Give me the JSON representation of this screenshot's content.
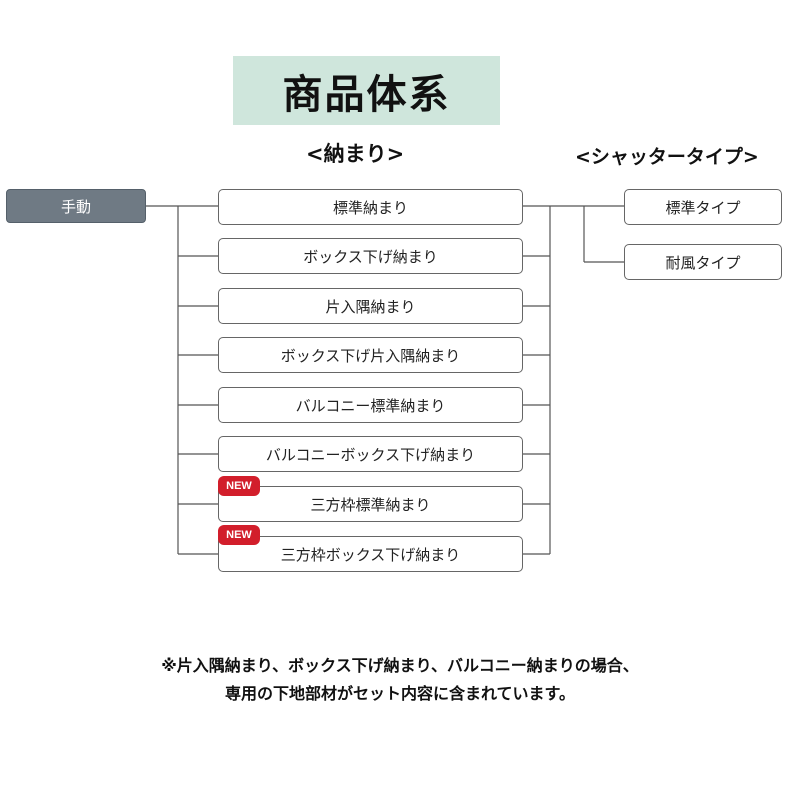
{
  "title": "商品体系",
  "headers": {
    "osamari": "<納まり>",
    "shutter_type": "<シャッタータイプ>"
  },
  "operation": "手動",
  "osamari_items": [
    {
      "label": "標準納まり",
      "badge": null
    },
    {
      "label": "ボックス下げ納まり",
      "badge": null
    },
    {
      "label": "片入隅納まり",
      "badge": null
    },
    {
      "label": "ボックス下げ片入隅納まり",
      "badge": null
    },
    {
      "label": "バルコニー標準納まり",
      "badge": null
    },
    {
      "label": "バルコニーボックス下げ納まり",
      "badge": null
    },
    {
      "label": "三方枠標準納まり",
      "badge": "NEW"
    },
    {
      "label": "三方枠ボックス下げ納まり",
      "badge": "NEW"
    }
  ],
  "shutter_types": [
    "標準タイプ",
    "耐風タイプ"
  ],
  "notes": [
    "※片入隅納まり、ボックス下げ納まり、バルコニー納まりの場合、",
    "専用の下地部材がセット内容に含まれています。"
  ],
  "colors": {
    "title_bg": "#cfe6dc",
    "manual_box": "#6f7a84",
    "new_badge": "#d21e2b"
  }
}
